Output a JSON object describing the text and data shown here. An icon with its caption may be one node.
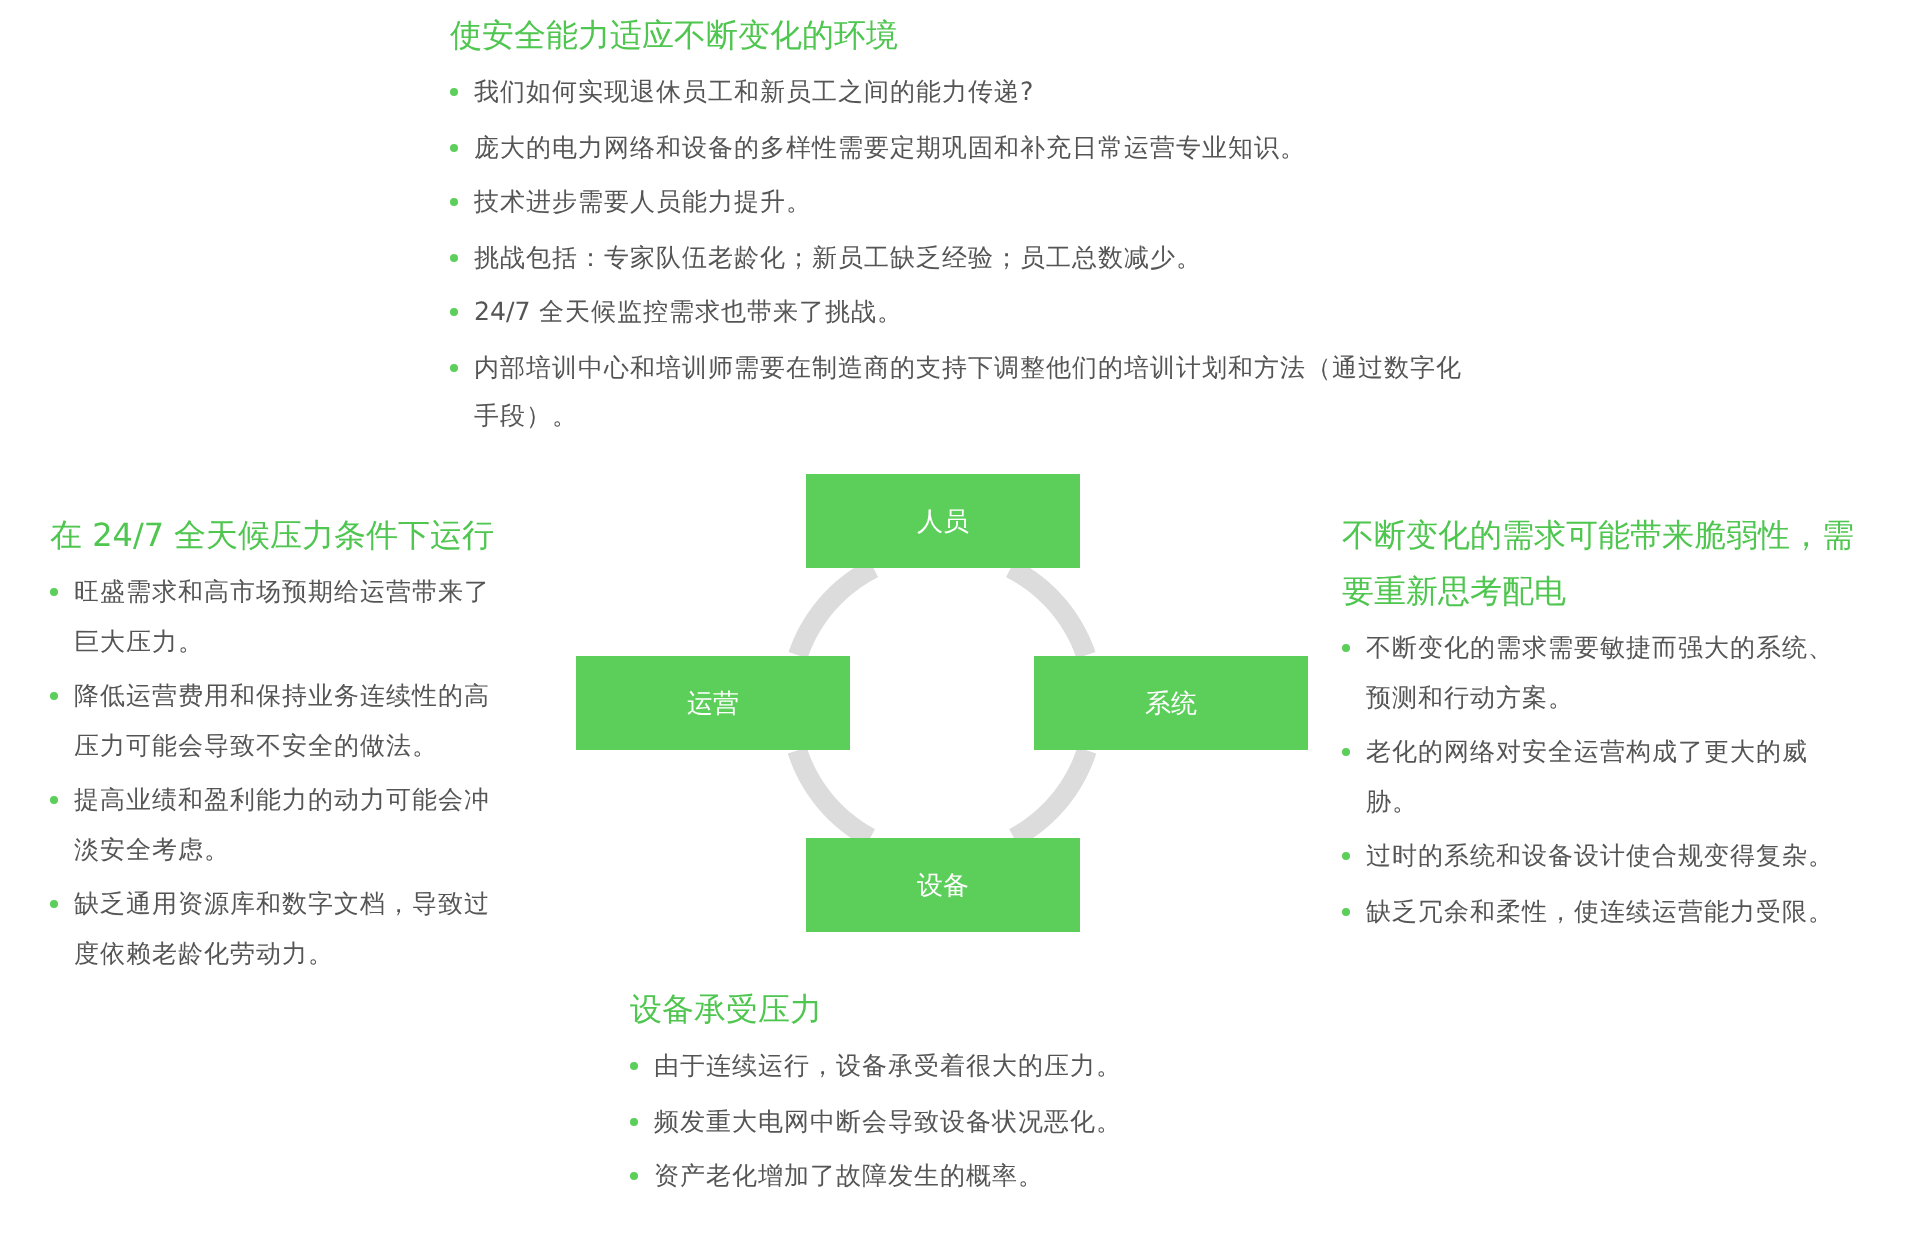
{
  "diagram": {
    "nodes": [
      {
        "text": [
          "人员"
        ]
      },
      {
        "text": [
          "运营"
        ]
      },
      {
        "text": [
          "系统"
        ]
      },
      {
        "text": [
          "设备"
        ]
      }
    ],
    "edges": [
      {
        "from": 0,
        "to": 2,
        "arrow": "none"
      },
      {
        "from": 2,
        "to": 3,
        "arrow": "none"
      },
      {
        "from": 3,
        "to": 1,
        "arrow": "none"
      },
      {
        "from": 1,
        "to": 0,
        "arrow": "none"
      }
    ],
    "labels": [
      "使安全能力适应不断变化的环境",
      "我们如何实现退休员工和新员工之间的能力传递?",
      "庞大的电力网络和设备的多样性需要定期巩固和补充日常运营专业知识。",
      "技术进步需要人员能力提升。",
      "挑战包括：专家队伍老龄化；新员工缺乏经验；员工总数减少。",
      "24/7 全天候监控需求也带来了挑战。",
      "内部培训中心和培训师需要在制造商的支持下调整他们的培训计划和方法（通过数字化手段）。",
      "在 24/7 全天候压力条件下运行",
      "旺盛需求和高市场预期给运营带来了巨大压力。",
      "降低运营费用和保持业务连续性的高压力可能会导致不安全的做法。",
      "提高业绩和盈利能力的动力可能会冲淡安全考虑。",
      "缺乏通用资源库和数字文档，导致过度依赖老龄化劳动力。",
      "不断变化的需求可能带来脆弱性，需要重新思考配电",
      "不断变化的需求需要敏捷而强大的系统、预测和行动方案。",
      "老化的网络对安全运营构成了更大的威胁。",
      "过时的系统和设备设计使合规变得复杂。",
      "缺乏冗余和柔性，使连续运营能力受限。",
      "设备承受压力",
      "由于连续运行，设备承受着很大的压力。",
      "频发重大电网中断会导致设备状况恶化。",
      "资产老化增加了故障发生的概率。"
    ]
  }
}
